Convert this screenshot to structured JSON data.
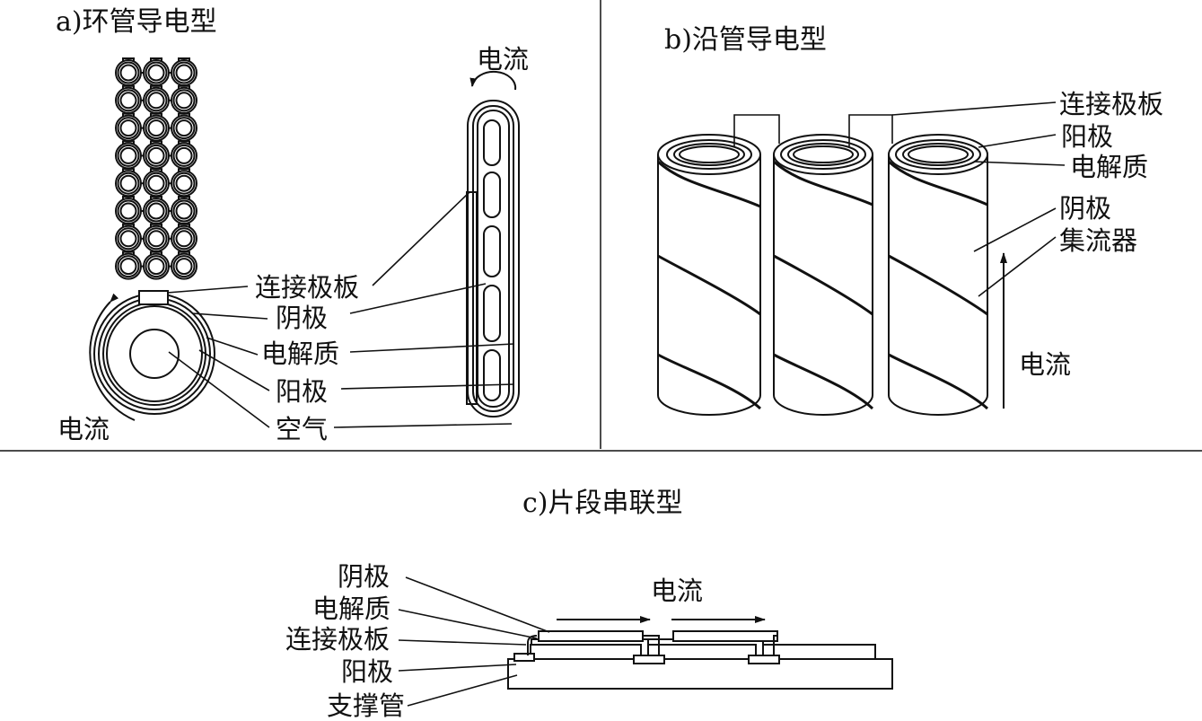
{
  "panels": {
    "a": {
      "title": "a)环管导电型",
      "labels": {
        "plate": "连接极板",
        "cathode": "阴极",
        "electrolyte": "电解质",
        "anode": "阳极",
        "air": "空气",
        "current_left": "电流",
        "current_right": "电流"
      }
    },
    "b": {
      "title": "b)沿管导电型",
      "labels": {
        "plate": "连接极板",
        "anode": "阳极",
        "electrolyte": "电解质",
        "cathode_collector_1": "阴极",
        "cathode_collector_2": "集流器",
        "current": "电流"
      }
    },
    "c": {
      "title": "c)片段串联型",
      "labels": {
        "cathode": "阴极",
        "electrolyte": "电解质",
        "plate": "连接极板",
        "anode": "阳极",
        "support": "支撑管",
        "current": "电流"
      }
    }
  }
}
